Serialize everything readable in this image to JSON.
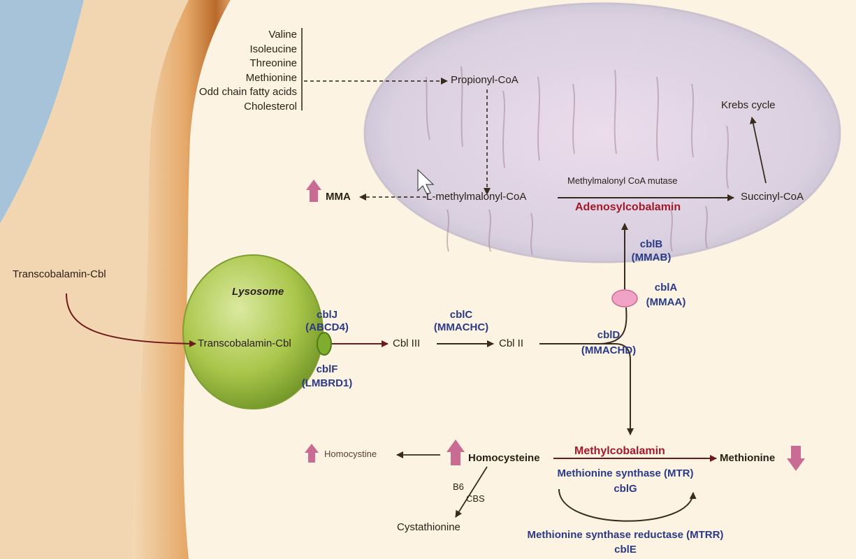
{
  "precursors": [
    "Valine",
    "Isoleucine",
    "Threonine",
    "Methionine",
    "Odd chain fatty acids",
    "Cholesterol"
  ],
  "metabolites": {
    "propionyl_coa": "Propionyl-CoA",
    "krebs_cycle": "Krebs cycle",
    "l_methylmalonyl_coa": "L-methylmalonyl-CoA",
    "succinyl_coa": "Succinyl-CoA",
    "mma": "MMA",
    "transcobalamin_cbl_outside": "Transcobalamin-Cbl",
    "transcobalamin_cbl_lysosome": "Transcobalamin-Cbl",
    "cbl_iii": "Cbl III",
    "cbl_ii": "Cbl II",
    "homocystine": "Homocystine",
    "homocysteine": "Homocysteine",
    "methionine_product": "Methionine",
    "cystathionine": "Cystathionine",
    "b6": "B6",
    "cbs": "CBS"
  },
  "enzymes": {
    "methylmalonyl_coa_mutase": "Methylmalonyl CoA mutase",
    "adenosylcobalamin": "Adenosylcobalamin",
    "methylcobalamin": "Methylcobalamin",
    "methionine_synthase": "Methionine synthase (MTR)",
    "cblg": "cblG",
    "methionine_synthase_reductase": "Methionine synthase reductase (MTRR)",
    "cble": "cblE"
  },
  "genes": {
    "cblb": "cblB",
    "mmab": "(MMAB)",
    "cbla": "cblA",
    "mmaa": "(MMAA)",
    "cblc": "cblC",
    "mmachc": "(MMACHC)",
    "cbld": "cblD",
    "mmachd": "(MMACHD)",
    "cblj": "cblJ",
    "abcd4": "(ABCD4)",
    "cblf": "cblF",
    "lmbrd1": "(LMBRD1)"
  },
  "compartments": {
    "lysosome": "Lysosome"
  },
  "colors": {
    "background": "#fdf3e3",
    "cell": "#c47a3c",
    "mitochondrion": "#e6dcea",
    "lysosome": "#a9c64a",
    "gene_text": "#2a3a86",
    "cofactor_text": "#a11a2a",
    "up_down_arrow": "#c96b93"
  },
  "icons": [
    "arrow-up-icon",
    "arrow-down-icon",
    "cursor-icon"
  ]
}
